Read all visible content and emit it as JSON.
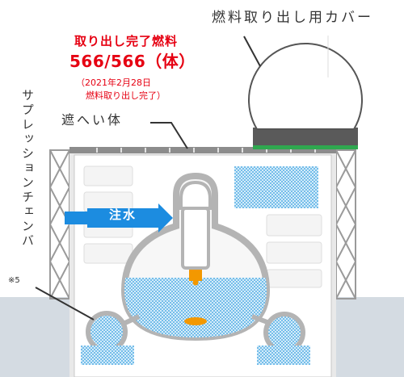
{
  "labels": {
    "fuel_cover": "燃料取り出し用カバー",
    "removal_done_title": "取り出し完了燃料",
    "removal_done_count": "566/566（体）",
    "removal_done_date": "（2021年2月28日",
    "removal_done_note": "燃料取り出し完了）",
    "shield": "遮へい体",
    "suppression_chamber": "サプレッションチェンバ",
    "suppression_note": "※5",
    "water_injection": "注水"
  },
  "colors": {
    "accent_red": "#e60012",
    "water_blue": "#1c8ce0",
    "water_pattern": "#8fc8ec",
    "cover_rail_green": "#2fa84f",
    "ground_gray": "#d4dbe2",
    "building_gray": "#9a9a9a",
    "fuel_orange": "#f39800"
  }
}
